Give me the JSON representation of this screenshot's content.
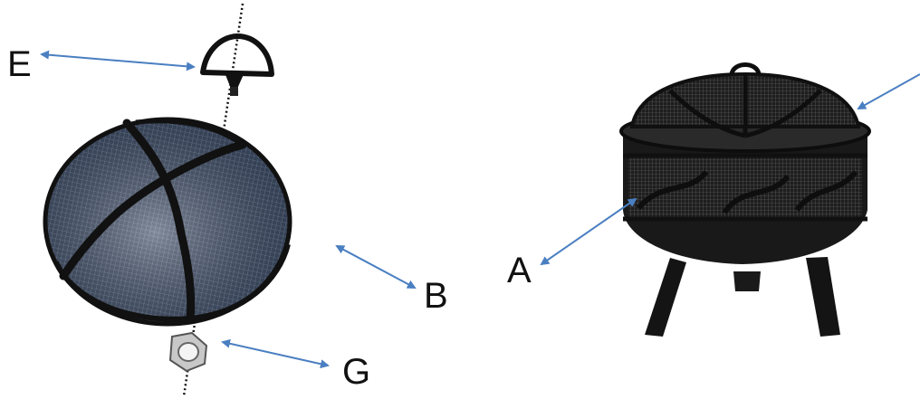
{
  "labels": {
    "e": "E",
    "b": "B",
    "g": "G",
    "a": "A"
  },
  "colors": {
    "arrow": "#4a7fc1",
    "metal": "#151515",
    "mesh_fill": "#3a4860",
    "mesh_light": "#6a7b96",
    "nut": "#c8c8c8",
    "text": "#111111"
  },
  "icons": {
    "screen_lid": "mesh-dome-lid",
    "handle": "d-ring-handle",
    "nut": "hex-nut",
    "fire_pit": "fire-pit-bowl-with-legs"
  }
}
